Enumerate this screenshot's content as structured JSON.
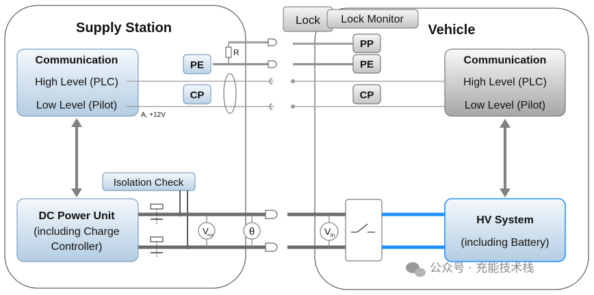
{
  "supply_station": {
    "title": "Supply Station",
    "communication": {
      "heading": "Communication",
      "high_level": "High Level (PLC)",
      "low_level": "Low Level (Pilot)"
    },
    "voltage_note": "A, +12V",
    "resistor_label": "R",
    "isolation_check": "Isolation Check",
    "dc_power_unit": {
      "heading": "DC Power Unit",
      "line1": "(including Charge",
      "line2": "Controller)"
    },
    "v_out": {
      "symbol": "V",
      "subscript": "out"
    },
    "theta": "θ",
    "pe_tag": "PE",
    "cp_tag": "CP"
  },
  "vehicle": {
    "title": "Vehicle",
    "lock": "Lock",
    "lock_monitor": "Lock Monitor",
    "pp_tag": "PP",
    "pe_tag": "PE",
    "cp_tag": "CP",
    "communication": {
      "heading": "Communication",
      "high_level": "High Level (PLC)",
      "low_level": "Low Level (Pilot)"
    },
    "v_in": {
      "symbol": "V",
      "subscript": "in"
    },
    "hv_system": {
      "heading": "HV System",
      "line1": "(including Battery)"
    }
  },
  "watermark": "公众号 · 充能技术栈",
  "colors": {
    "blue_box_top": "#f4f8fc",
    "blue_box_bottom": "#b4cde2",
    "blue_border": "#7e9fbf",
    "grey_box_top": "#f6f6f6",
    "grey_box_bottom": "#a9a9a9",
    "power_line": "#6b6b6b",
    "hv_line": "#1e90ff"
  }
}
